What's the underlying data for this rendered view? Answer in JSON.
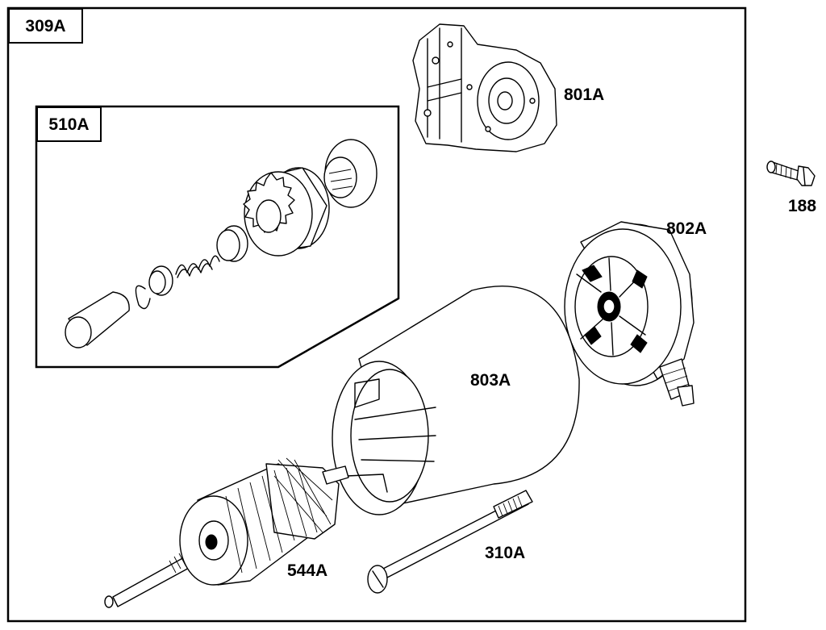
{
  "assembly": {
    "label": "309A"
  },
  "subassembly": {
    "label": "510A"
  },
  "parts": {
    "p801A": "801A",
    "p802A": "802A",
    "p803A": "803A",
    "p544A": "544A",
    "p310A": "310A",
    "p188": "188"
  }
}
